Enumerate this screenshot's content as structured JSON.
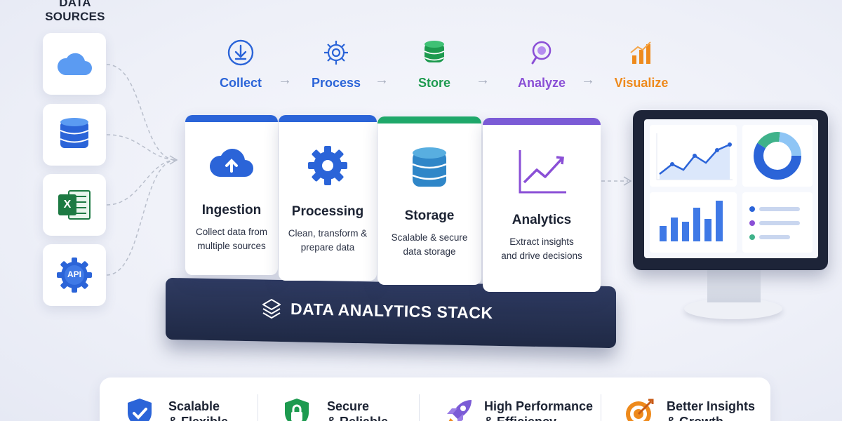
{
  "data_sources": {
    "title_line1": "DATA",
    "title_line2": "SOURCES",
    "items": [
      {
        "icon": "cloud-icon"
      },
      {
        "icon": "database-icon"
      },
      {
        "icon": "excel-icon",
        "label": "X"
      },
      {
        "icon": "api-gear-icon",
        "label": "API"
      }
    ]
  },
  "flow": {
    "steps": [
      {
        "label": "Collect",
        "icon": "download-circle-icon",
        "color": "#2b64d8"
      },
      {
        "label": "Process",
        "icon": "gear-icon",
        "color": "#2b64d8"
      },
      {
        "label": "Store",
        "icon": "database-icon",
        "color": "#1d9a4f"
      },
      {
        "label": "Analyze",
        "icon": "magnifier-icon",
        "color": "#8a4fd6"
      },
      {
        "label": "Visualize",
        "icon": "bar-chart-icon",
        "color": "#ee8a1c"
      }
    ]
  },
  "stack": {
    "label": "DATA ANALYTICS STACK",
    "blocks": [
      {
        "title": "Ingestion",
        "desc_line1": "Collect data from",
        "desc_line2": "multiple sources",
        "color": "#2b64d8"
      },
      {
        "title": "Processing",
        "desc_line1": "Clean, transform &",
        "desc_line2": "prepare data",
        "color": "#2b64d8"
      },
      {
        "title": "Storage",
        "desc_line1": "Scalable & secure",
        "desc_line2": "data storage",
        "color": "#1fa86a"
      },
      {
        "title": "Analytics",
        "desc_line1": "Extract insights",
        "desc_line2": "and drive decisions",
        "color": "#7b5bd6"
      }
    ]
  },
  "features": [
    {
      "line1": "Scalable",
      "line2": "& Flexible",
      "icon": "shield-check-icon"
    },
    {
      "line1": "Secure",
      "line2": "& Reliable",
      "icon": "lock-shield-icon"
    },
    {
      "line1": "High Performance",
      "line2": "& Efficiency",
      "icon": "rocket-icon"
    },
    {
      "line1": "Better Insights",
      "line2": "& Growth",
      "icon": "target-icon"
    }
  ],
  "colors": {
    "blue": "#2b64d8",
    "green": "#1d9a4f",
    "purple": "#8a4fd6",
    "orange": "#ee8a1c",
    "navy": "#222c4a"
  }
}
